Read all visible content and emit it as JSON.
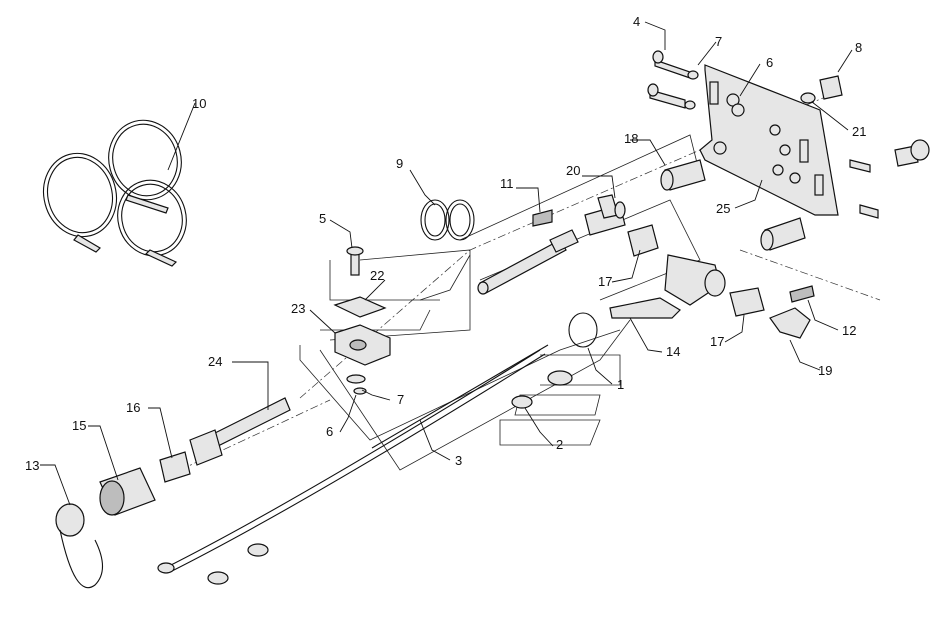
{
  "callouts": {
    "c1": "1",
    "c2": "2",
    "c3": "3",
    "c4": "4",
    "c5": "5",
    "c6a": "6",
    "c6b": "6",
    "c7a": "7",
    "c7b": "7",
    "c8": "8",
    "c9": "9",
    "c10": "10",
    "c11": "11",
    "c12": "12",
    "c13": "13",
    "c14": "14",
    "c15": "15",
    "c16": "16",
    "c17a": "17",
    "c17b": "17",
    "c18": "18",
    "c19": "19",
    "c20": "20",
    "c21": "21",
    "c22": "22",
    "c23": "23",
    "c24": "24",
    "c25": "25"
  }
}
